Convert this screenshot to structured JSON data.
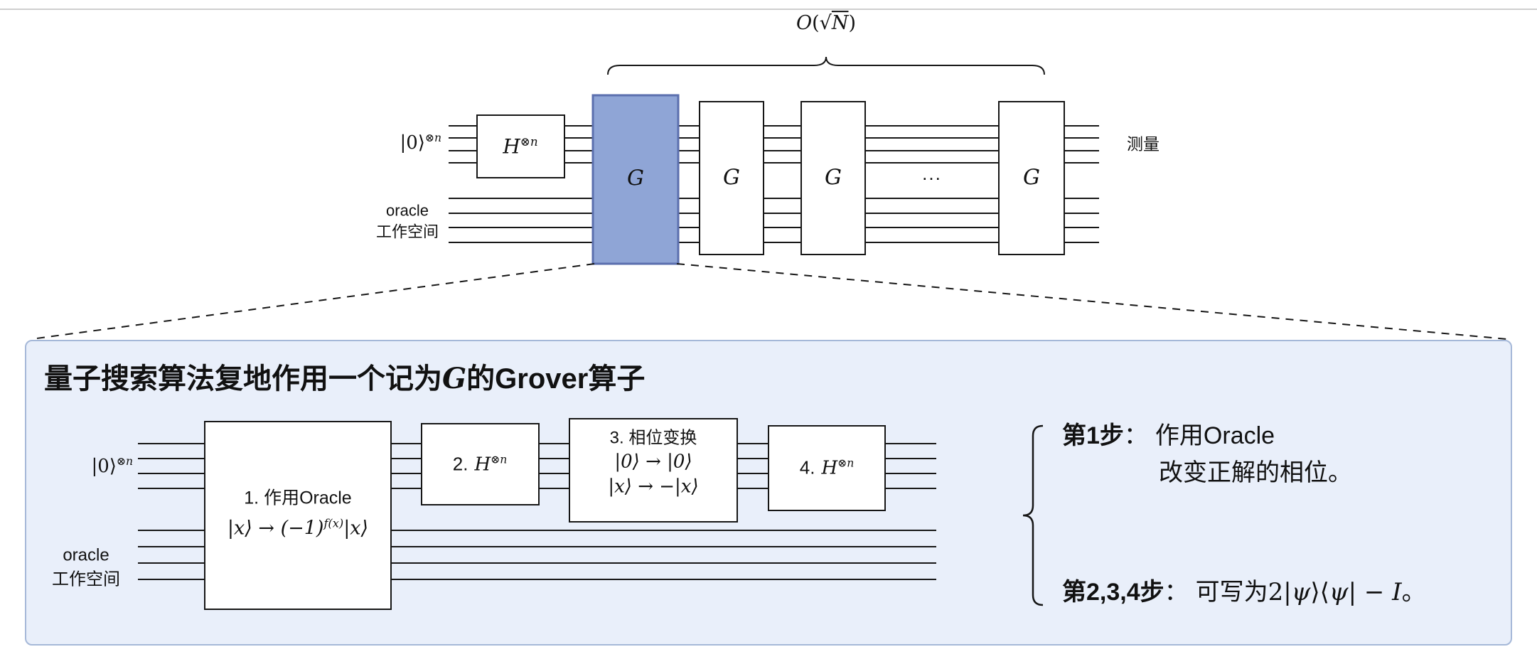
{
  "top_circuit": {
    "complexity_o": "O",
    "complexity_open": "(",
    "complexity_sqrt": "√",
    "complexity_n": "N",
    "complexity_close": ")",
    "input_ket": "|0⟩",
    "input_exp": "⊗n",
    "hadamard": "H",
    "hadamard_exp": "⊗n",
    "grover_highlight": "G",
    "grover_2": "G",
    "grover_3": "G",
    "grover_4": "G",
    "ellipsis": "...",
    "measure": "测量",
    "oracle_line1": "oracle",
    "oracle_line2": "工作空间"
  },
  "panel": {
    "title_part1": "量子搜索算法复地作用一个记为",
    "title_g": "G",
    "title_part2": "的Grover算子",
    "circuit": {
      "input_ket": "|0⟩",
      "input_exp": "⊗n",
      "oracle_line1": "oracle",
      "oracle_line2": "工作空间",
      "box1_line1": "1. 作用Oracle",
      "box1_math_pre": "|x⟩ → (−1)",
      "box1_math_sup": "f(x)",
      "box1_math_post": "|x⟩",
      "box2_num": "2.",
      "box2_h": "H",
      "box2_exp": "⊗n",
      "box3_line1": "3. 相位变换",
      "box3_line2": "|0⟩ → |0⟩",
      "box3_line3": "|x⟩ → −|x⟩",
      "box4_num": "4.",
      "box4_h": "H",
      "box4_exp": "⊗n"
    },
    "steps": {
      "step1_label": "第1步",
      "step1_colon": "：",
      "step1_text": "作用Oracle",
      "step1_line2": "改变正解的相位。",
      "step234_label": "第2,3,4步",
      "step234_colon": "：",
      "step234_text": "可写为",
      "step234_math_a": "2|",
      "step234_psi1": "ψ",
      "step234_math_b": "⟩⟨",
      "step234_psi2": "ψ",
      "step234_math_c": "| − ",
      "step234_i": "I",
      "step234_period": "。"
    }
  },
  "colors": {
    "highlight_fill": "#8fa5d6",
    "highlight_border": "#5b6fae",
    "panel_bg": "#e9effa",
    "panel_border": "#a5b8d8"
  }
}
